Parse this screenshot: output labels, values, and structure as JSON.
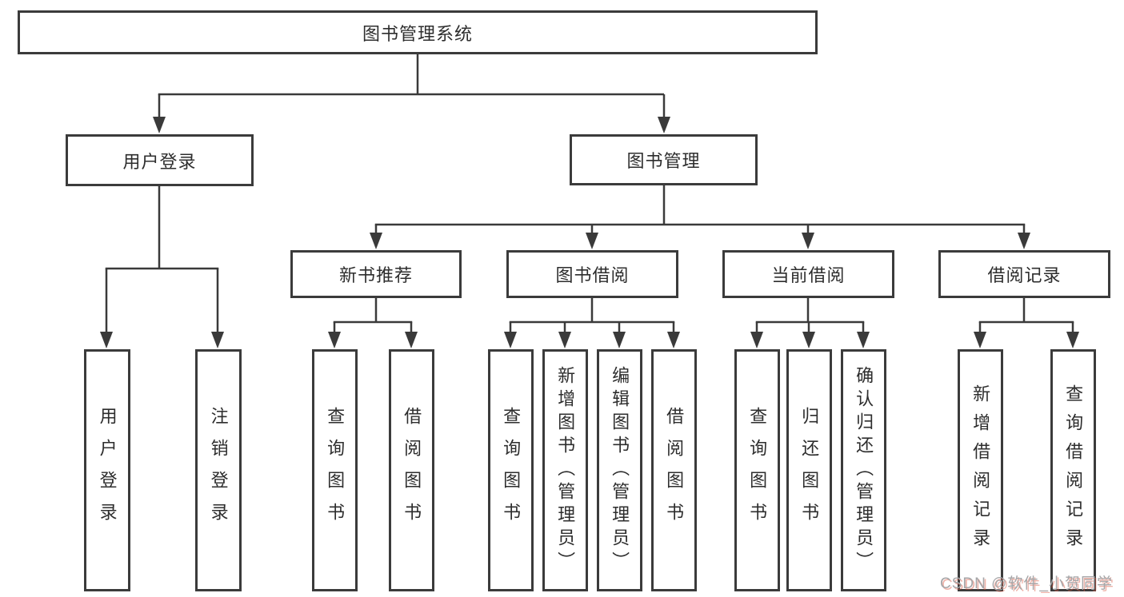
{
  "tree": {
    "root": {
      "label": "图书管理系统"
    },
    "branches": [
      {
        "label": "用户登录",
        "children": [
          {
            "label": "用户登录"
          },
          {
            "label": "注销登录"
          }
        ]
      },
      {
        "label": "图书管理",
        "children": [
          {
            "label": "新书推荐",
            "children": [
              {
                "label": "查询图书"
              },
              {
                "label": "借阅图书"
              }
            ]
          },
          {
            "label": "图书借阅",
            "children": [
              {
                "label": "查询图书"
              },
              {
                "label": "新增图书（管理员）"
              },
              {
                "label": "编辑图书（管理员）"
              },
              {
                "label": "借阅图书"
              }
            ]
          },
          {
            "label": "当前借阅",
            "children": [
              {
                "label": "查询图书"
              },
              {
                "label": "归还图书"
              },
              {
                "label": "确认归还（管理员）"
              }
            ]
          },
          {
            "label": "借阅记录",
            "children": [
              {
                "label": "新增借阅记录"
              },
              {
                "label": "查询借阅记录"
              }
            ]
          }
        ]
      }
    ]
  },
  "colors": {
    "line": "#3a3a3a",
    "border": "#3b3b3b",
    "text": "#2d2d2d",
    "watermark_gray": "#a6a6a8",
    "watermark_red": "#d95640"
  },
  "watermark": {
    "text": "CSDN @软件_小贺同学"
  }
}
